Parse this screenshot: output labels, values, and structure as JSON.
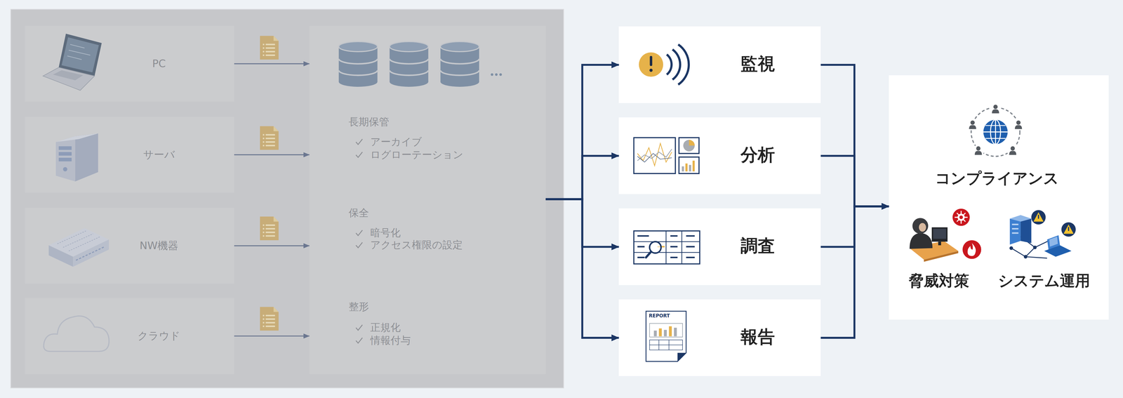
{
  "diagram": {
    "nodes": [
      {
        "text": [
          "PC"
        ]
      },
      {
        "text": [
          "サーバ"
        ]
      },
      {
        "text": [
          "NW機器"
        ]
      },
      {
        "text": [
          "クラウド"
        ]
      },
      {
        "text": [
          "長期保管",
          "アーカイブ",
          "ログローテーション",
          "保全",
          "暗号化",
          "アクセス権限の設定",
          "整形",
          "正規化",
          "情報付与"
        ]
      },
      {
        "text": [
          "監視"
        ]
      },
      {
        "text": [
          "分析"
        ]
      },
      {
        "text": [
          "調査"
        ]
      },
      {
        "text": [
          "報告"
        ]
      },
      {
        "text": [
          "コンプライアンス",
          "脅威対策",
          "システム運用"
        ]
      }
    ],
    "edges": [
      {
        "from": 0,
        "to": 4,
        "arrow": "to"
      },
      {
        "from": 1,
        "to": 4,
        "arrow": "to"
      },
      {
        "from": 2,
        "to": 4,
        "arrow": "to"
      },
      {
        "from": 3,
        "to": 4,
        "arrow": "to"
      },
      {
        "from": 4,
        "to": 5,
        "arrow": "to"
      },
      {
        "from": 4,
        "to": 6,
        "arrow": "to"
      },
      {
        "from": 4,
        "to": 7,
        "arrow": "to"
      },
      {
        "from": 4,
        "to": 8,
        "arrow": "to"
      },
      {
        "from": 5,
        "to": 9,
        "arrow": "to"
      },
      {
        "from": 6,
        "to": 9,
        "arrow": "to"
      },
      {
        "from": 7,
        "to": 9,
        "arrow": "to"
      },
      {
        "from": 8,
        "to": 9,
        "arrow": "to"
      }
    ],
    "labels": [
      "REPORT"
    ]
  }
}
